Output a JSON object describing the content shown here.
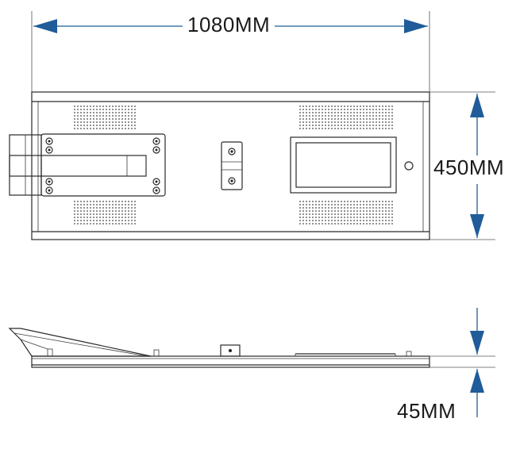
{
  "dimensions": {
    "width_label": "1080MM",
    "height_label": "450MM",
    "depth_label": "45MM"
  },
  "colors": {
    "dimension_arrow": "#1f5c99",
    "line": "#2a2a2a",
    "background": "#ffffff"
  }
}
